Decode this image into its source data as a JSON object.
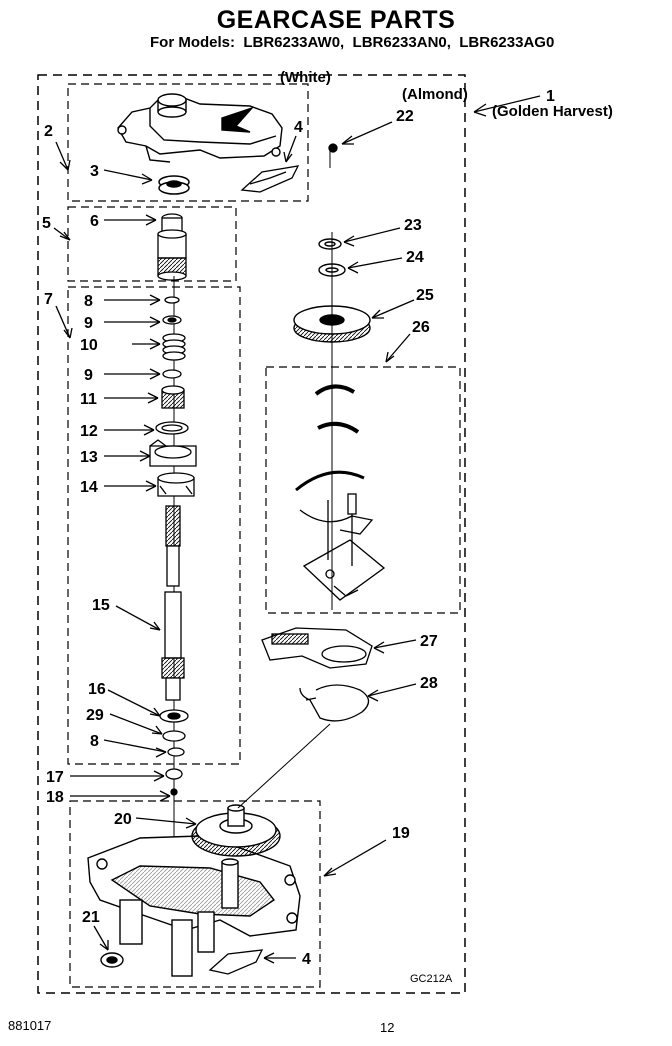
{
  "header": {
    "title": "GEARCASE PARTS",
    "models": "For Models:  LBR6233AW0,  LBR6233AN0,  LBR6233AG0",
    "colors": [
      "(White)",
      "(Almond)",
      "(Golden Harvest)"
    ]
  },
  "callouts": [
    "1",
    "2",
    "3",
    "4",
    "22",
    "5",
    "6",
    "23",
    "24",
    "25",
    "26",
    "7",
    "8",
    "9",
    "10",
    "9",
    "11",
    "12",
    "13",
    "14",
    "15",
    "27",
    "28",
    "16",
    "29",
    "8",
    "17",
    "18",
    "20",
    "19",
    "21",
    "4"
  ],
  "diagram_code": "GC212A",
  "footer": {
    "code": "881017",
    "page": "12"
  }
}
